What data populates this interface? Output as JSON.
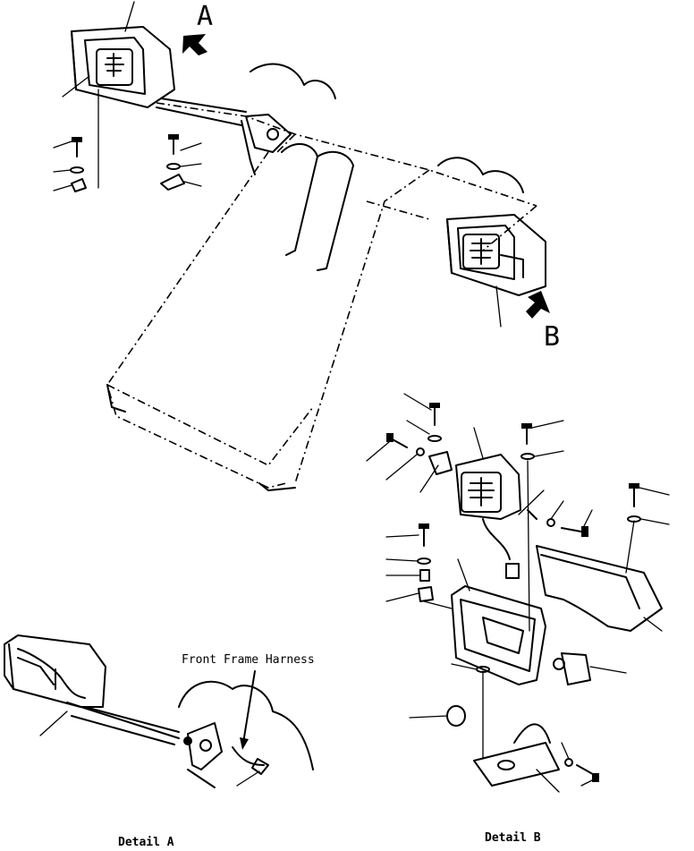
{
  "callouts": {
    "view_a": "A",
    "view_b": "B"
  },
  "labels": {
    "harness": "Front Frame Harness",
    "detail_a": "Detail A",
    "detail_b": "Detail B"
  }
}
